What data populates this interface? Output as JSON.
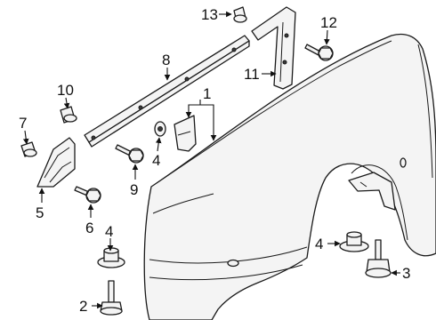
{
  "callouts": [
    {
      "id": "c1",
      "label": "1"
    },
    {
      "id": "c2",
      "label": "2"
    },
    {
      "id": "c3",
      "label": "3"
    },
    {
      "id": "c4a",
      "label": "4"
    },
    {
      "id": "c4b",
      "label": "4"
    },
    {
      "id": "c4c",
      "label": "4"
    },
    {
      "id": "c5",
      "label": "5"
    },
    {
      "id": "c6",
      "label": "6"
    },
    {
      "id": "c7",
      "label": "7"
    },
    {
      "id": "c8",
      "label": "8"
    },
    {
      "id": "c9",
      "label": "9"
    },
    {
      "id": "c10",
      "label": "10"
    },
    {
      "id": "c11",
      "label": "11"
    },
    {
      "id": "c12",
      "label": "12"
    },
    {
      "id": "c13",
      "label": "13"
    }
  ]
}
